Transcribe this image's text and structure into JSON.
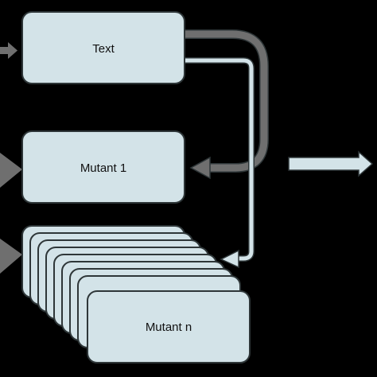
{
  "nodes": {
    "text": "Text",
    "mutant_1": "Mutant 1",
    "mutant_n": "Mutant n"
  },
  "colors": {
    "background": "#000000",
    "box_fill": "#d3e3e8",
    "box_stroke": "#2e3638",
    "dark_arrow": "#6f6f6f",
    "light_arrow": "#d3e3e8",
    "text": "#111111"
  }
}
